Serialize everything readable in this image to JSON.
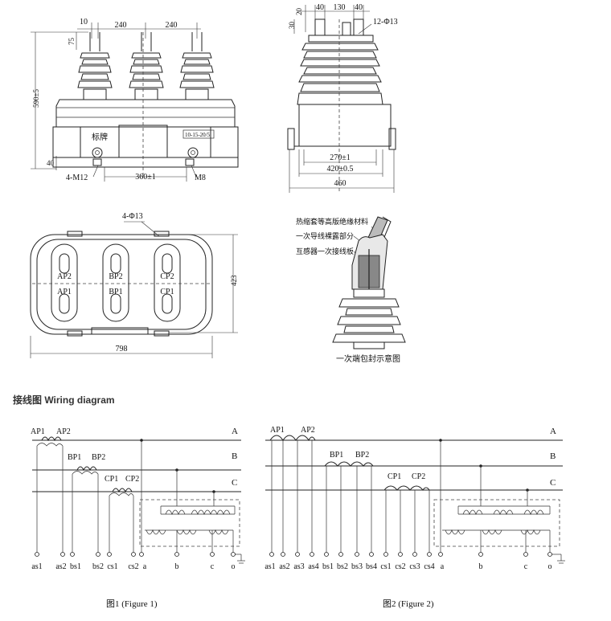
{
  "front_view": {
    "dims": [
      "10",
      "240",
      "240",
      "75",
      "590±5",
      "40",
      "360±1"
    ],
    "nameplate": "标牌",
    "rating": "10-15-20/5",
    "bolt_left": "4-M12",
    "bolt_right": "M8"
  },
  "side_view": {
    "dims_top": [
      "20",
      "40",
      "130",
      "40"
    ],
    "dim_left": "30",
    "holes": "12-Φ13",
    "dims_bottom": [
      "270±1",
      "420±0.5",
      "460"
    ]
  },
  "top_view": {
    "holes": "4-Φ13",
    "terminals": [
      "AP2",
      "AP1",
      "BP2",
      "BP1",
      "CP2",
      "CP1"
    ],
    "width": "798",
    "height": "423"
  },
  "detail": {
    "labels": [
      "热缩套等高版绝缘材料",
      "一次导线裸露部分",
      "互感器一次接线板"
    ],
    "caption": "一次端包封示意图"
  },
  "section_title": "接线图 Wiring diagram",
  "figure1": {
    "primary": [
      "AP1",
      "AP2",
      "BP1",
      "BP2",
      "CP1",
      "CP2"
    ],
    "phases": [
      "A",
      "B",
      "C"
    ],
    "terminals": [
      "as1",
      "as2",
      "bs1",
      "bs2",
      "cs1",
      "cs2",
      "a",
      "b",
      "c",
      "o"
    ],
    "caption": "图1 (Figure 1)"
  },
  "figure2": {
    "primary": [
      "AP1",
      "AP2",
      "BP1",
      "BP2",
      "CP1",
      "CP2"
    ],
    "phases": [
      "A",
      "B",
      "C"
    ],
    "terminals": [
      "as1",
      "as2",
      "as3",
      "as4",
      "bs1",
      "bs2",
      "bs3",
      "bs4",
      "cs1",
      "cs2",
      "cs3",
      "cs4",
      "a",
      "b",
      "c",
      "o"
    ],
    "caption": "图2 (Figure 2)"
  }
}
